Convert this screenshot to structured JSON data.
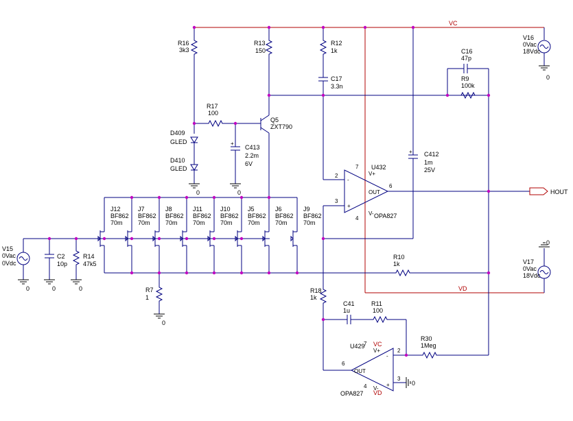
{
  "nets": {
    "vc": "VC",
    "vd": "VD"
  },
  "components": {
    "R16": {
      "ref": "R16",
      "value": "3k3"
    },
    "R13": {
      "ref": "R13",
      "value": "150"
    },
    "R12": {
      "ref": "R12",
      "value": "1k"
    },
    "C17": {
      "ref": "C17",
      "value": "3.3n"
    },
    "C16": {
      "ref": "C16",
      "value": "47p"
    },
    "R9": {
      "ref": "R9",
      "value": "100k"
    },
    "R17": {
      "ref": "R17",
      "value": "100"
    },
    "Q5": {
      "ref": "Q5",
      "value": "ZXT790"
    },
    "D409": {
      "ref": "D409",
      "value": "GLED"
    },
    "D410": {
      "ref": "D410",
      "value": "GLED"
    },
    "C413": {
      "ref": "C413",
      "value": "2.2m",
      "rating": "6V"
    },
    "C412": {
      "ref": "C412",
      "value": "1m",
      "rating": "25V"
    },
    "U432": {
      "ref": "U432",
      "value": "OPA827",
      "out": "OUT",
      "vplus": "V+",
      "vminus": "V-",
      "pin2": "2",
      "pin3": "3",
      "pin4": "4",
      "pin6": "6",
      "pin7": "7",
      "minus": "-",
      "plus": "+"
    },
    "U429": {
      "ref": "U429",
      "value": "OPA827",
      "out": "OUT",
      "vplus": "V+",
      "vminus": "V-",
      "pin2": "2",
      "pin3": "3",
      "pin4": "4",
      "pin6": "6",
      "pin7": "7",
      "minus": "-",
      "plus": "+"
    },
    "V16": {
      "ref": "V16",
      "ac": "0Vac",
      "dc": "18Vdc"
    },
    "V17": {
      "ref": "V17",
      "ac": "0Vac",
      "dc": "18Vdc"
    },
    "V15": {
      "ref": "V15",
      "ac": "0Vac",
      "dc": "0Vdc"
    },
    "C2": {
      "ref": "C2",
      "value": "10p"
    },
    "R14": {
      "ref": "R14",
      "value": "47k5"
    },
    "R7": {
      "ref": "R7",
      "value": "1"
    },
    "R10": {
      "ref": "R10",
      "value": "1k"
    },
    "R18": {
      "ref": "R18",
      "value": "1k"
    },
    "C41": {
      "ref": "C41",
      "value": "1u"
    },
    "R11": {
      "ref": "R11",
      "value": "100"
    },
    "R30": {
      "ref": "R30",
      "value": "1Meg"
    },
    "HOUT": {
      "label": "HOUT"
    }
  },
  "jfets": [
    {
      "ref": "J12",
      "model": "BF862",
      "value": "70m"
    },
    {
      "ref": "J7",
      "model": "BF862",
      "value": "70m"
    },
    {
      "ref": "J8",
      "model": "BF862",
      "value": "70m"
    },
    {
      "ref": "J11",
      "model": "BF862",
      "value": "70m"
    },
    {
      "ref": "J10",
      "model": "BF862",
      "value": "70m"
    },
    {
      "ref": "J5",
      "model": "BF862",
      "value": "70m"
    },
    {
      "ref": "J6",
      "model": "BF862",
      "value": "70m"
    },
    {
      "ref": "J9",
      "model": "BF862",
      "value": "70m"
    }
  ],
  "grounds": {
    "zero": "0"
  },
  "colors": {
    "wire": "#000080",
    "net": "#b00000",
    "junction": "#c000c0"
  }
}
